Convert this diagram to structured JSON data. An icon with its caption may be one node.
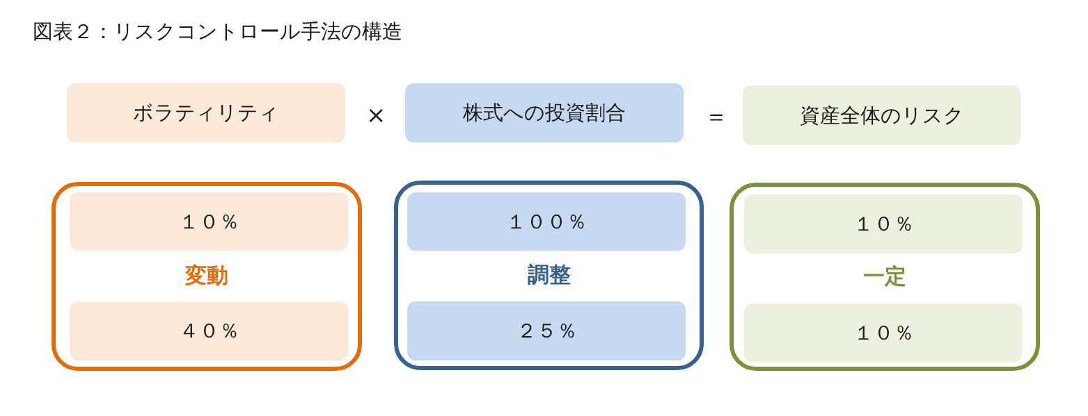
{
  "diagram": {
    "title": "図表２：リスクコントロール手法の構造",
    "nodes": [
      {
        "text": [
          "ボラティリティ"
        ]
      },
      {
        "text": [
          "株式への投資割合"
        ]
      },
      {
        "text": [
          "資産全体のリスク"
        ]
      },
      {
        "text": [
          "変動"
        ]
      },
      {
        "text": [
          "１０％"
        ],
        "in": 3
      },
      {
        "text": [
          "４０％"
        ],
        "in": 3
      },
      {
        "text": [
          "調整"
        ]
      },
      {
        "text": [
          "１００％"
        ],
        "in": 6
      },
      {
        "text": [
          "２５％"
        ],
        "in": 6
      },
      {
        "text": [
          "一定"
        ]
      },
      {
        "text": [
          "１０％"
        ],
        "in": 9
      },
      {
        "text": [
          "１０％"
        ],
        "in": 9
      }
    ],
    "labels": [
      "×",
      "＝"
    ]
  }
}
